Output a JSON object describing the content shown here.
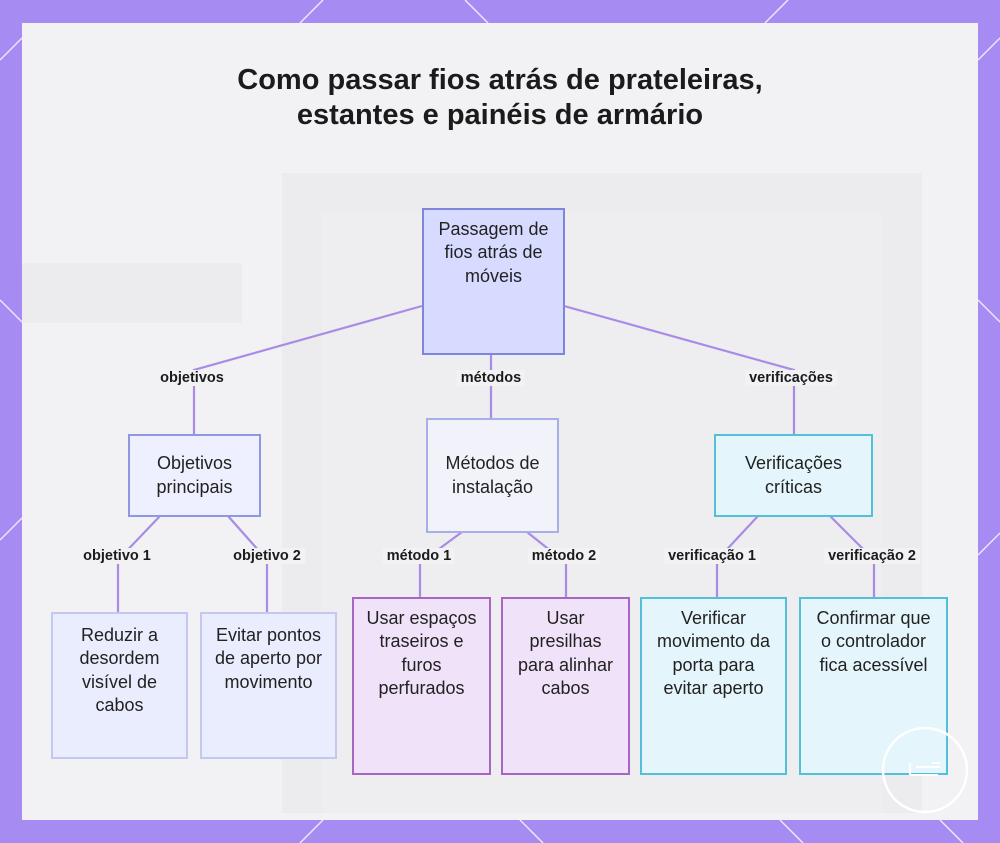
{
  "title": "Como passar fios atrás de prateleiras, estantes e painéis de armário",
  "root": {
    "label": "Passagem de fios atrás de móveis"
  },
  "branches": [
    {
      "edge_label": "objetivos",
      "label": "Objetivos principais",
      "children": [
        {
          "edge_label": "objetivo 1",
          "label": "Reduzir a desordem visível de cabos"
        },
        {
          "edge_label": "objetivo 2",
          "label": "Evitar pontos de aperto por movimento"
        }
      ]
    },
    {
      "edge_label": "métodos",
      "label": "Métodos de instalação",
      "children": [
        {
          "edge_label": "método 1",
          "label": "Usar espaços traseiros e furos perfurados"
        },
        {
          "edge_label": "método 2",
          "label": "Usar presilhas para alinhar cabos"
        }
      ]
    },
    {
      "edge_label": "verificações",
      "label": "Verificações críticas",
      "children": [
        {
          "edge_label": "verificação 1",
          "label": "Verificar movimento da porta para evitar aperto"
        },
        {
          "edge_label": "verificação 2",
          "label": "Confirmar que o controlador fica acessível"
        }
      ]
    }
  ],
  "colors": {
    "frame": "#a58bf2",
    "connector": "#a98be6",
    "root_fill": "#d7dbff",
    "method_leaf_border": "#a865c7",
    "check_border": "#54bfd9"
  },
  "icons": {
    "logo": "circle-logo-icon"
  }
}
